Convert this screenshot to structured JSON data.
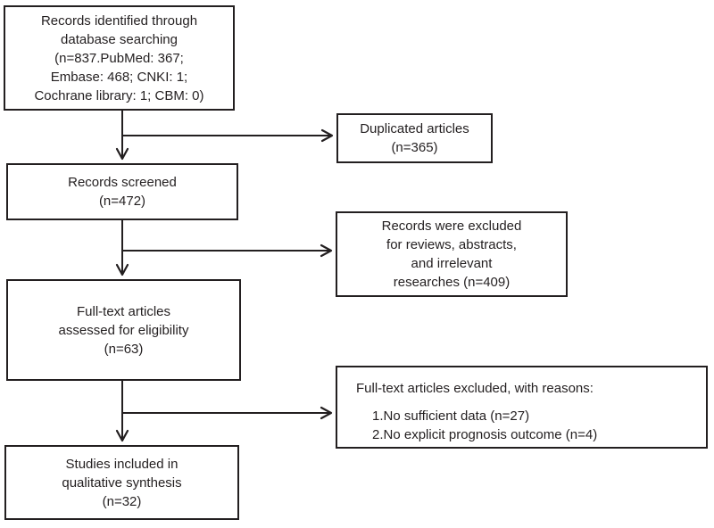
{
  "diagram": {
    "type": "prisma-flow",
    "colors": {
      "line": "#231f20",
      "text": "#231f20",
      "box_border": "#231f20",
      "box_background": "#ffffff",
      "page_background": "#ffffff"
    },
    "boxes": {
      "identification": {
        "lines": [
          "Records identified through",
          "database searching",
          "(n=837.PubMed: 367;",
          "Embase: 468; CNKI: 1;",
          "Cochrane library: 1; CBM: 0)"
        ]
      },
      "duplicated": {
        "lines": [
          "Duplicated articles",
          "(n=365)"
        ]
      },
      "screened": {
        "lines": [
          "Records screened",
          "(n=472)"
        ]
      },
      "records_excluded": {
        "lines": [
          "Records were excluded",
          "for reviews, abstracts,",
          "and irrelevant",
          "researches (n=409)"
        ]
      },
      "fulltext": {
        "lines": [
          "Full-text articles",
          "assessed for eligibility",
          "(n=63)"
        ]
      },
      "fulltext_excluded": {
        "title": "Full-text articles excluded, with reasons:",
        "reasons": [
          "1.No sufficient data (n=27)",
          "2.No explicit prognosis outcome (n=4)"
        ]
      },
      "included": {
        "lines": [
          "Studies included in",
          "qualitative synthesis",
          "(n=32)"
        ]
      }
    }
  }
}
